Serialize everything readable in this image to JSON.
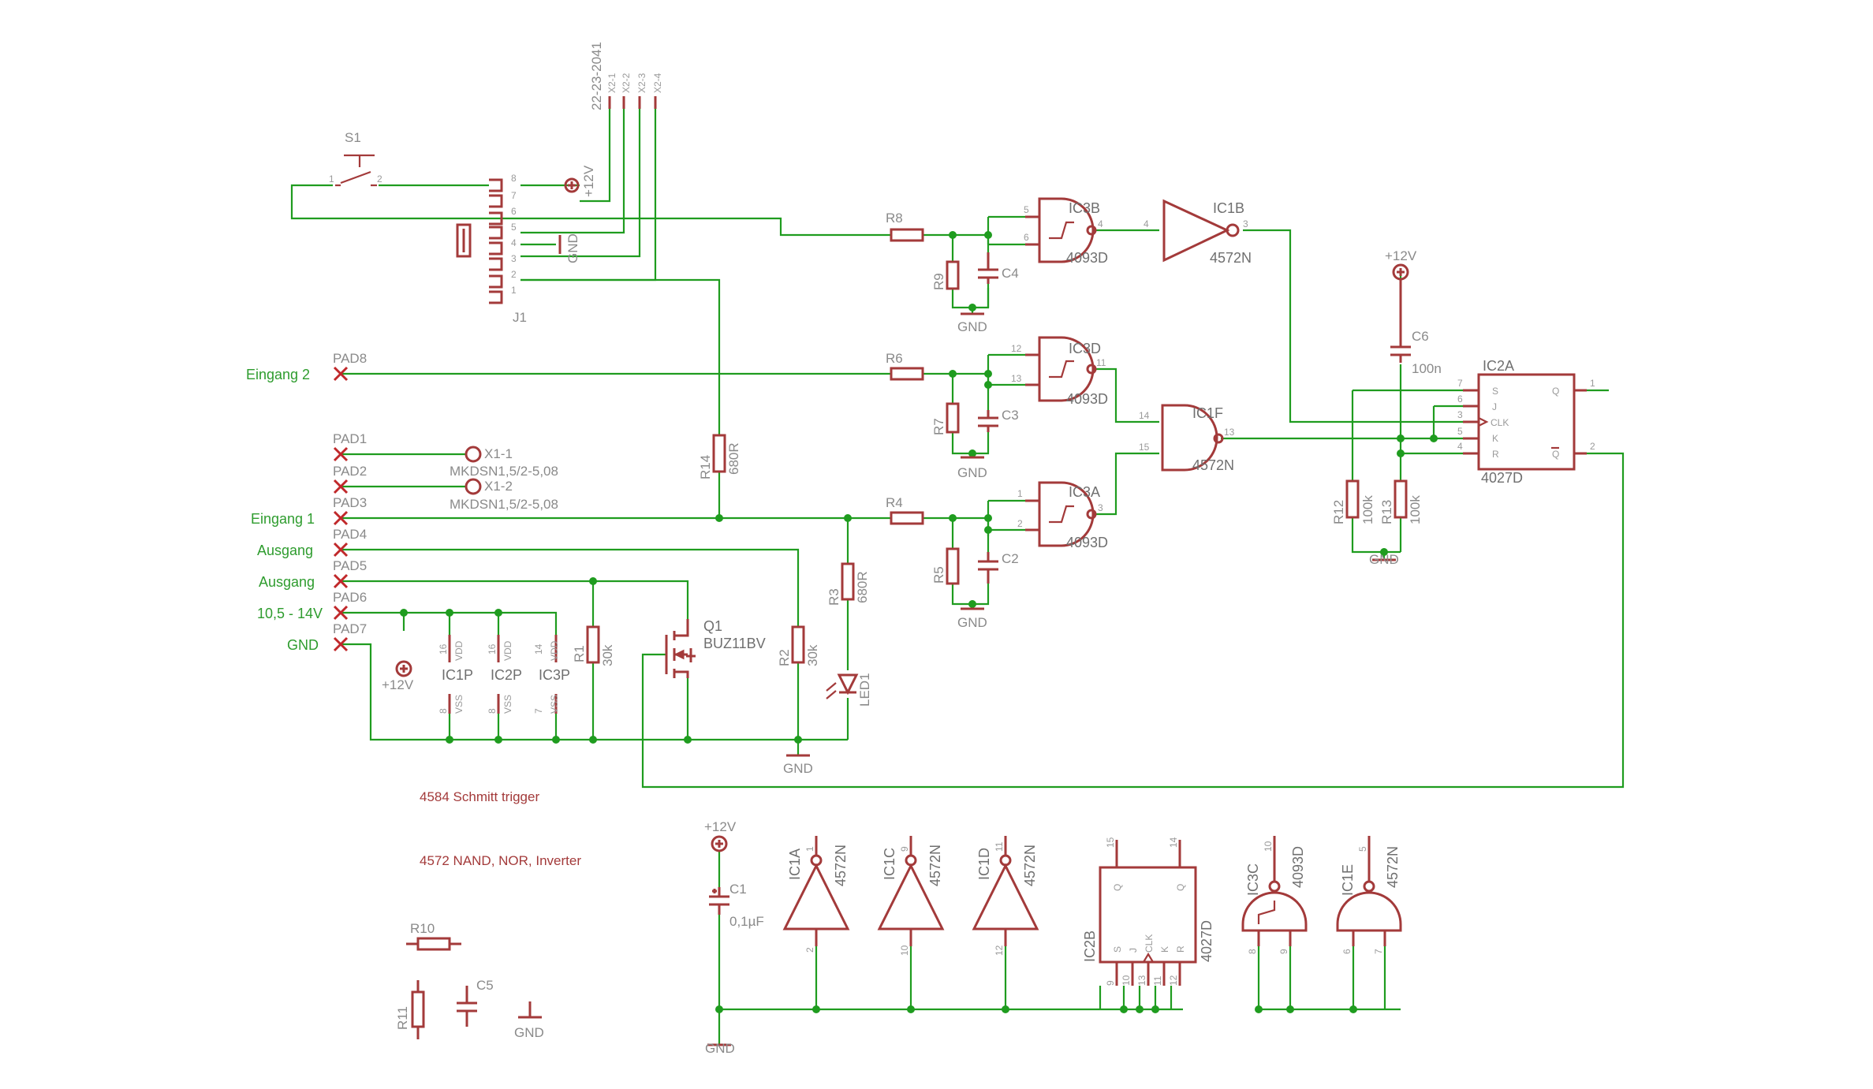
{
  "colors": {
    "wire": "#1f9c1f",
    "symbol": "#a33a3a",
    "label": "#8a8a8a",
    "pad_label": "#2e9c2e",
    "note": "#a33a3a"
  },
  "connector_x2": {
    "name": "22-23-2041",
    "pins": [
      "X2-1",
      "X2-2",
      "X2-3",
      "X2-4"
    ]
  },
  "switch": {
    "name": "S1",
    "pin1": "1",
    "pin2": "2"
  },
  "jack": {
    "name": "J1",
    "pins": [
      "8",
      "7",
      "6",
      "5",
      "4",
      "3",
      "2",
      "1"
    ]
  },
  "rails": {
    "vcc": "+12V",
    "gnd": "GND"
  },
  "pads": [
    {
      "name": "PAD8",
      "label": "Eingang 2"
    },
    {
      "name": "PAD1",
      "label": ""
    },
    {
      "name": "PAD2",
      "label": ""
    },
    {
      "name": "PAD3",
      "label": "Eingang 1"
    },
    {
      "name": "PAD4",
      "label": "Ausgang"
    },
    {
      "name": "PAD5",
      "label": "Ausgang"
    },
    {
      "name": "PAD6",
      "label": "10,5 - 14V"
    },
    {
      "name": "PAD7",
      "label": "GND"
    }
  ],
  "terminals": [
    {
      "name": "X1-1",
      "part": "MKDSN1,5/2-5,08"
    },
    {
      "name": "X1-2",
      "part": "MKDSN1,5/2-5,08"
    }
  ],
  "resistors": {
    "R1": {
      "name": "R1",
      "value": "30k"
    },
    "R2": {
      "name": "R2",
      "value": "30k"
    },
    "R3": {
      "name": "R3",
      "value": "680R"
    },
    "R4": {
      "name": "R4"
    },
    "R5": {
      "name": "R5"
    },
    "R6": {
      "name": "R6"
    },
    "R7": {
      "name": "R7"
    },
    "R8": {
      "name": "R8"
    },
    "R9": {
      "name": "R9"
    },
    "R10": {
      "name": "R10"
    },
    "R11": {
      "name": "R11"
    },
    "R12": {
      "name": "R12",
      "value": "100k"
    },
    "R13": {
      "name": "R13",
      "value": "100k"
    },
    "R14": {
      "name": "R14",
      "value": "680R"
    }
  },
  "capacitors": {
    "C1": {
      "name": "C1",
      "value": "0,1µF"
    },
    "C2": {
      "name": "C2"
    },
    "C3": {
      "name": "C3"
    },
    "C4": {
      "name": "C4"
    },
    "C5": {
      "name": "C5"
    },
    "C6": {
      "name": "C6",
      "value": "100n"
    }
  },
  "transistor": {
    "name": "Q1",
    "value": "BUZ11BV"
  },
  "led": {
    "name": "LED1"
  },
  "gates": {
    "IC3B": {
      "name": "IC3B",
      "part": "4093D",
      "pins": [
        "5",
        "6",
        "4"
      ]
    },
    "IC3D": {
      "name": "IC3D",
      "part": "4093D",
      "pins": [
        "12",
        "13",
        "11"
      ]
    },
    "IC3A": {
      "name": "IC3A",
      "part": "4093D",
      "pins": [
        "1",
        "2",
        "3"
      ]
    },
    "IC1B": {
      "name": "IC1B",
      "part": "4572N",
      "pins": [
        "4",
        "3"
      ]
    },
    "IC1F": {
      "name": "IC1F",
      "part": "4572N",
      "pins": [
        "14",
        "15",
        "13"
      ]
    }
  },
  "flipflop": {
    "name": "IC2A",
    "part": "4027D",
    "pins": [
      "7",
      "6",
      "3",
      "5",
      "4",
      "1",
      "2"
    ],
    "labels": [
      "S",
      "J",
      "CLK",
      "K",
      "R",
      "Q",
      "Q"
    ]
  },
  "power_parts": [
    {
      "name": "IC1P",
      "vdd_pin": "16",
      "vss_pin": "8",
      "vdd": "VDD",
      "vss": "VSS"
    },
    {
      "name": "IC2P",
      "vdd_pin": "16",
      "vss_pin": "8",
      "vdd": "VDD",
      "vss": "VSS"
    },
    {
      "name": "IC3P",
      "vdd_pin": "14",
      "vss_pin": "7",
      "vdd": "VDD",
      "vss": "VSS"
    }
  ],
  "inverters": [
    {
      "name": "IC1A",
      "part": "4572N",
      "pin_top": "1",
      "pin_bot": "2"
    },
    {
      "name": "IC1C",
      "part": "4572N",
      "pin_top": "9",
      "pin_bot": "10"
    },
    {
      "name": "IC1D",
      "part": "4572N",
      "pin_top": "11",
      "pin_bot": "12"
    }
  ],
  "ic2b": {
    "name": "IC2B",
    "part": "4027D",
    "top_pins": [
      "15",
      "14"
    ],
    "bottom_pins": [
      "9",
      "10",
      "13",
      "11",
      "12"
    ],
    "labels": [
      "S",
      "J",
      "CLK",
      "K",
      "R"
    ],
    "q": "Q",
    "qn": "Q"
  },
  "ic3c": {
    "name": "IC3C",
    "part": "4093D",
    "pins": [
      "10",
      "8",
      "9"
    ]
  },
  "ic1e": {
    "name": "IC1E",
    "part": "4572N",
    "pins": [
      "5",
      "6",
      "7"
    ]
  },
  "notes": [
    "4584 Schmitt trigger",
    "4572 NAND, NOR, Inverter"
  ]
}
